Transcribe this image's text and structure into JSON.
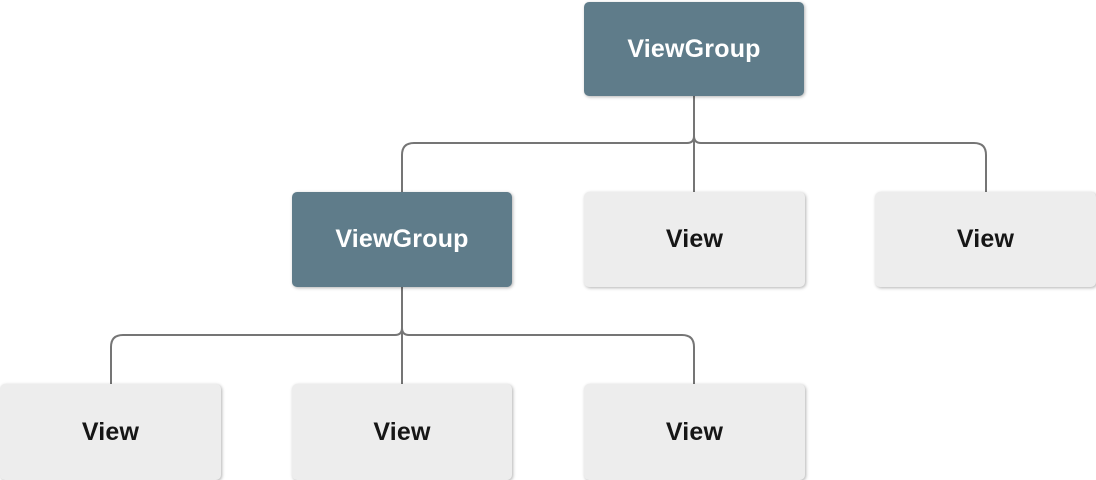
{
  "diagram": {
    "description": "View hierarchy tree diagram",
    "nodes": {
      "root_viewgroup": {
        "label": "ViewGroup",
        "type": "ViewGroup"
      },
      "l2_viewgroup": {
        "label": "ViewGroup",
        "type": "ViewGroup"
      },
      "l2_view_mid": {
        "label": "View",
        "type": "View"
      },
      "l2_view_right": {
        "label": "View",
        "type": "View"
      },
      "l3_view_left": {
        "label": "View",
        "type": "View"
      },
      "l3_view_mid": {
        "label": "View",
        "type": "View"
      },
      "l3_view_right": {
        "label": "View",
        "type": "View"
      }
    },
    "edges": [
      [
        "root_viewgroup",
        "l2_viewgroup"
      ],
      [
        "root_viewgroup",
        "l2_view_mid"
      ],
      [
        "root_viewgroup",
        "l2_view_right"
      ],
      [
        "l2_viewgroup",
        "l3_view_left"
      ],
      [
        "l2_viewgroup",
        "l3_view_mid"
      ],
      [
        "l2_viewgroup",
        "l3_view_right"
      ]
    ],
    "colors": {
      "viewgroup_fill": "#5f7c8a",
      "viewgroup_text": "#ffffff",
      "view_fill": "#ededed",
      "view_text": "#161616",
      "connector": "#757575"
    }
  }
}
